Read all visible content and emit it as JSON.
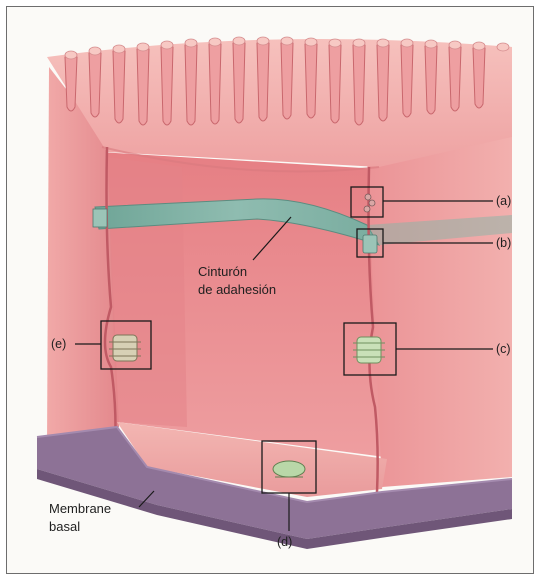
{
  "figure": {
    "belt_label_line1": "Cinturón",
    "belt_label_line2": "de adahesión",
    "membrane_label_line1": "Membrane",
    "membrane_label_line2": "basal",
    "callouts": {
      "a": "(a)",
      "b": "(b)",
      "c": "(c)",
      "d": "(d)",
      "e": "(e)"
    }
  },
  "colors": {
    "cytoplasm": "#e78f8f",
    "microvilli": "#f0a9a9",
    "adhesion_belt": "#7fb2a4",
    "basal_membrane": "#8d7296",
    "junction_boxes": "#1a1a1a"
  }
}
